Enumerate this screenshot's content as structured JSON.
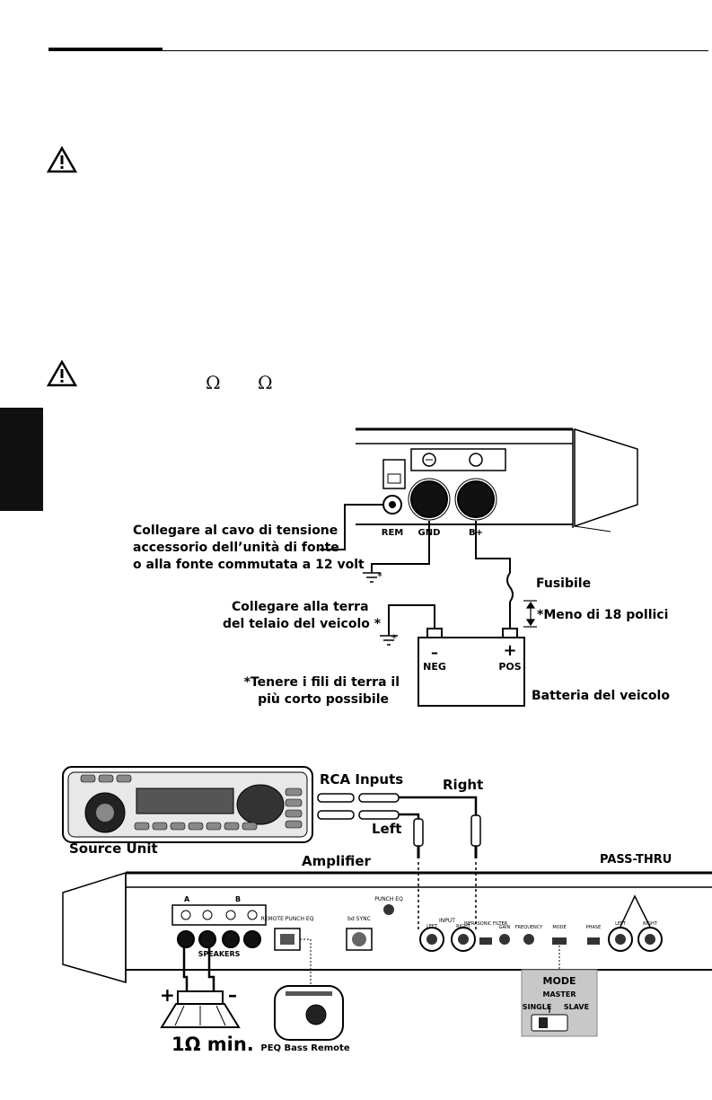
{
  "page": {
    "ohm_symbol_1": "Ω",
    "ohm_symbol_2": "Ω"
  },
  "wiring": {
    "terminal_rem": "REM",
    "terminal_gnd": "GND",
    "terminal_bplus": "B+",
    "remote_note_line1": "Collegare al cavo di tensione",
    "remote_note_line2": "accessorio dell’unità di fonte",
    "remote_note_line3": "o alla fonte commutata a 12 volt",
    "ground_note_line1": "Collegare alla terra",
    "ground_note_line2": "del telaio del veicolo *",
    "fuse_label": "Fusibile",
    "fuse_distance": "*Meno di 18 pollici",
    "battery_neg_sign": "–",
    "battery_pos_sign": "+",
    "battery_neg": "NEG",
    "battery_pos": "POS",
    "battery_label": "Batteria del veicolo",
    "short_wire_line1": "*Tenere i fili di terra il",
    "short_wire_line2": "più corto possibile",
    "asterisk": "*"
  },
  "system": {
    "rca_inputs": "RCA Inputs",
    "right": "Right",
    "left": "Left",
    "source_unit": "Source Unit",
    "amplifier": "Amplifier",
    "pass_thru": "PASS-THRU",
    "speakers": "SPEAKERS",
    "channel_a": "A",
    "channel_b": "B",
    "remote_punch_eq": "REMOTE PUNCH EQ",
    "bd_sync": "bd SYNC",
    "punch_eq": "PUNCH EQ",
    "input": "INPUT",
    "input_left": "LEFT",
    "input_right": "RIGHT",
    "infrasonic_filter": "INFRASONIC FILTER",
    "gain": "GAIN",
    "frequency": "FREQUENCY",
    "mode": "MODE",
    "phase": "PHASE",
    "pass_left": "LEFT",
    "pass_right": "RIGHT",
    "speaker_plus": "+",
    "speaker_minus": "–",
    "min_impedance": "1Ω min.",
    "peq_remote": "PEQ Bass Remote",
    "mode_zoom_title": "MODE",
    "mode_master": "MASTER",
    "mode_single": "SINGLE",
    "mode_slave": "SLAVE"
  },
  "colors": {
    "ink": "#111111",
    "mode_box": "#c8c8c8"
  }
}
